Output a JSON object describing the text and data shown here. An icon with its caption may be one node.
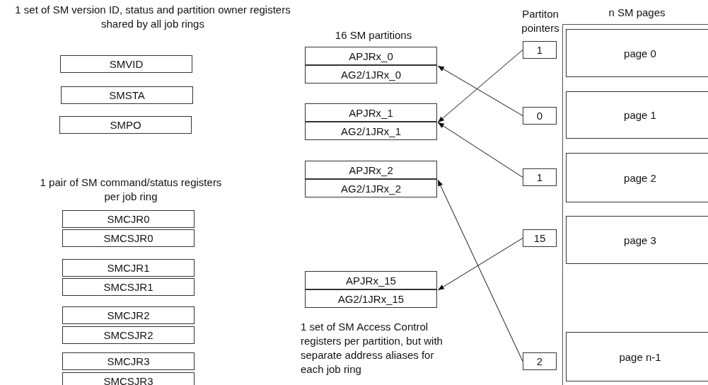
{
  "diagram": {
    "nodes": [
      {
        "text": [
          "SMVID"
        ]
      },
      {
        "text": [
          "SMSTA"
        ]
      },
      {
        "text": [
          "SMPO"
        ]
      },
      {
        "text": [
          "SMCJR0"
        ]
      },
      {
        "text": [
          "SMCSJR0"
        ]
      },
      {
        "text": [
          "SMCJR1"
        ]
      },
      {
        "text": [
          "SMCSJR1"
        ]
      },
      {
        "text": [
          "SMCJR2"
        ]
      },
      {
        "text": [
          "SMCSJR2"
        ]
      },
      {
        "text": [
          "SMCJR3"
        ]
      },
      {
        "text": [
          "SMCSJR3"
        ]
      },
      {
        "text": [
          "APJRx_0"
        ]
      },
      {
        "text": [
          "AG2/1JRx_0"
        ]
      },
      {
        "text": [
          "APJRx_1"
        ]
      },
      {
        "text": [
          "AG2/1JRx_1"
        ]
      },
      {
        "text": [
          "APJRx_2"
        ]
      },
      {
        "text": [
          "AG2/1JRx_2"
        ]
      },
      {
        "text": [
          "APJRx_15"
        ]
      },
      {
        "text": [
          "AG2/1JRx_15"
        ]
      },
      {
        "text": [
          "1"
        ]
      },
      {
        "text": [
          "0"
        ]
      },
      {
        "text": [
          "1"
        ]
      },
      {
        "text": [
          "15"
        ]
      },
      {
        "text": [
          "2"
        ]
      },
      {
        "text": [
          "n SM pages"
        ]
      },
      {
        "text": [
          "page 0"
        ],
        "in": 24
      },
      {
        "text": [
          "page 1"
        ],
        "in": 24
      },
      {
        "text": [
          "page 2"
        ],
        "in": 24
      },
      {
        "text": [
          "page 3"
        ],
        "in": 24
      },
      {
        "text": [
          "page n-1"
        ],
        "in": 24
      }
    ],
    "edges": [
      {
        "from": 19,
        "to": 14,
        "arrow": "to"
      },
      {
        "from": 20,
        "to": 12,
        "arrow": "to"
      },
      {
        "from": 21,
        "to": 14,
        "arrow": "to"
      },
      {
        "from": 22,
        "to": 18,
        "arrow": "to"
      },
      {
        "from": 23,
        "to": 16,
        "arrow": "to"
      }
    ],
    "labels": [
      "1 set of SM version ID, status and partition owner registers shared by all job rings",
      "16 SM partitions",
      "Partiton pointers",
      "1 pair of SM command/status registers per job ring",
      "1 set of SM Access Control registers per partition, but with separate address aliases for each job ring"
    ]
  }
}
